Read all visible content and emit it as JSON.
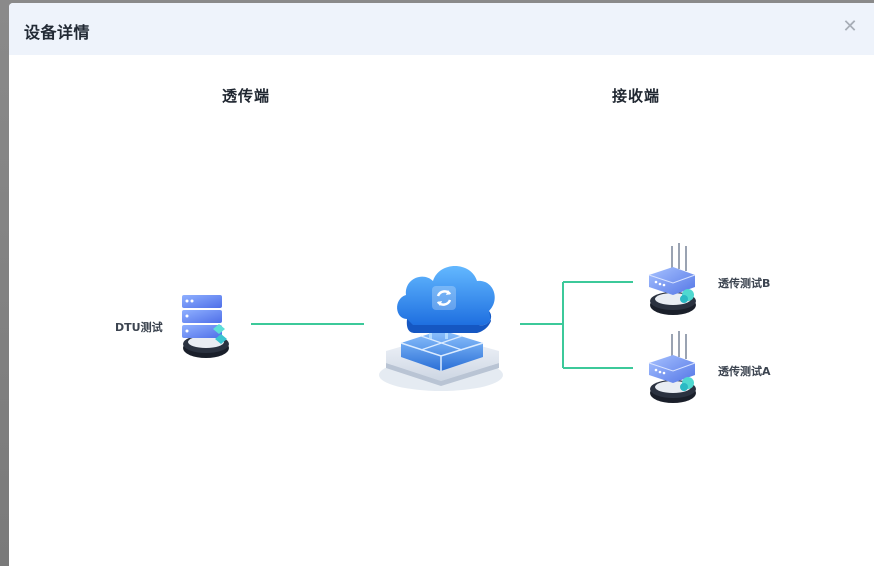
{
  "modal": {
    "title": "设备详情",
    "close_icon": "close-icon"
  },
  "sections": {
    "left_title": "透传端",
    "right_title": "接收端"
  },
  "devices": {
    "source": {
      "label": "DTU测试",
      "icon": "dtu-server-icon"
    },
    "hub": {
      "icon": "cloud-platform-icon"
    },
    "receivers": [
      {
        "label": "透传测试B",
        "icon": "router-icon"
      },
      {
        "label": "透传测试A",
        "icon": "router-icon"
      }
    ]
  },
  "colors": {
    "header_bg": "#eef3fb",
    "connector": "#3cc99a",
    "cloud_blue": "#2a8cf5"
  }
}
